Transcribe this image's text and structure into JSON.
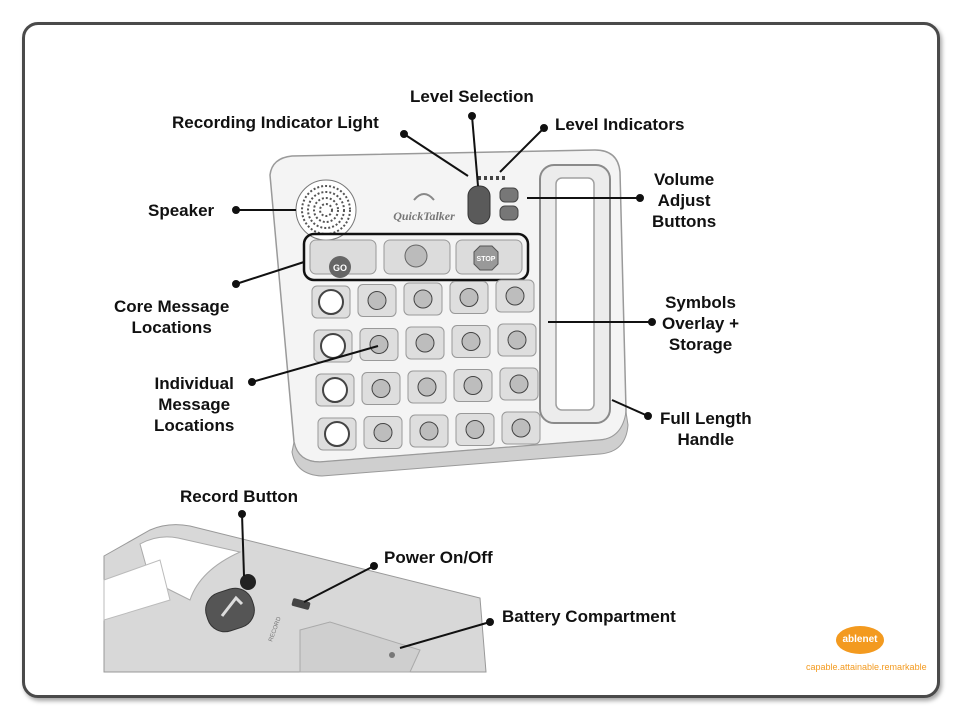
{
  "labels": {
    "level_selection": "Level Selection",
    "recording_indicator_light": "Recording Indicator Light",
    "level_indicators": "Level Indicators",
    "speaker": "Speaker",
    "volume_adjust_buttons": "Volume\nAdjust\nButtons",
    "core_message_locations": "Core Message\nLocations",
    "symbols_overlay_storage": "Symbols\nOverlay +\nStorage",
    "individual_message_locations": "Individual\nMessage\nLocations",
    "full_length_handle": "Full Length\nHandle",
    "record_button": "Record Button",
    "power_on_off": "Power On/Off",
    "battery_compartment": "Battery Compartment"
  },
  "device": {
    "brand": "QuickTalker",
    "core_buttons": [
      "GO",
      "",
      "STOP"
    ],
    "record_text": "RECORD"
  },
  "logo": {
    "name": "ablenet",
    "tagline": "capable.attainable.remarkable"
  },
  "colors": {
    "accent": "#f39a1f",
    "frame": "#4a4a4a"
  }
}
